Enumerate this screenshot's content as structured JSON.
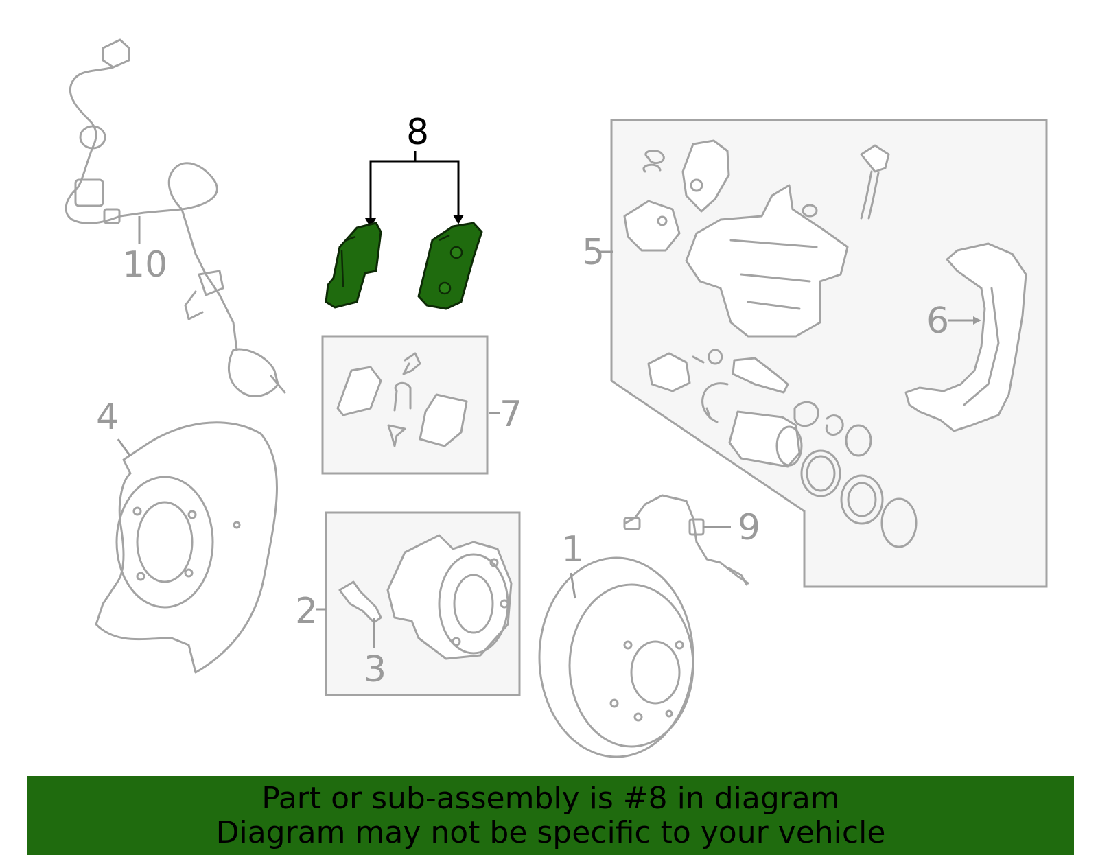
{
  "diagram": {
    "callouts": {
      "c1": "1",
      "c2": "2",
      "c3": "3",
      "c4": "4",
      "c5": "5",
      "c6": "6",
      "c7": "7",
      "c8": "8",
      "c9": "9",
      "c10": "10"
    },
    "highlighted_part": "8",
    "colors": {
      "highlight": "#1f6b0e",
      "line": "#a3a3a3",
      "box_fill": "#f6f6f6"
    }
  },
  "banner": {
    "line1": "Part or sub-assembly is #8 in diagram",
    "line2": "Diagram may not be specific to your vehicle"
  }
}
